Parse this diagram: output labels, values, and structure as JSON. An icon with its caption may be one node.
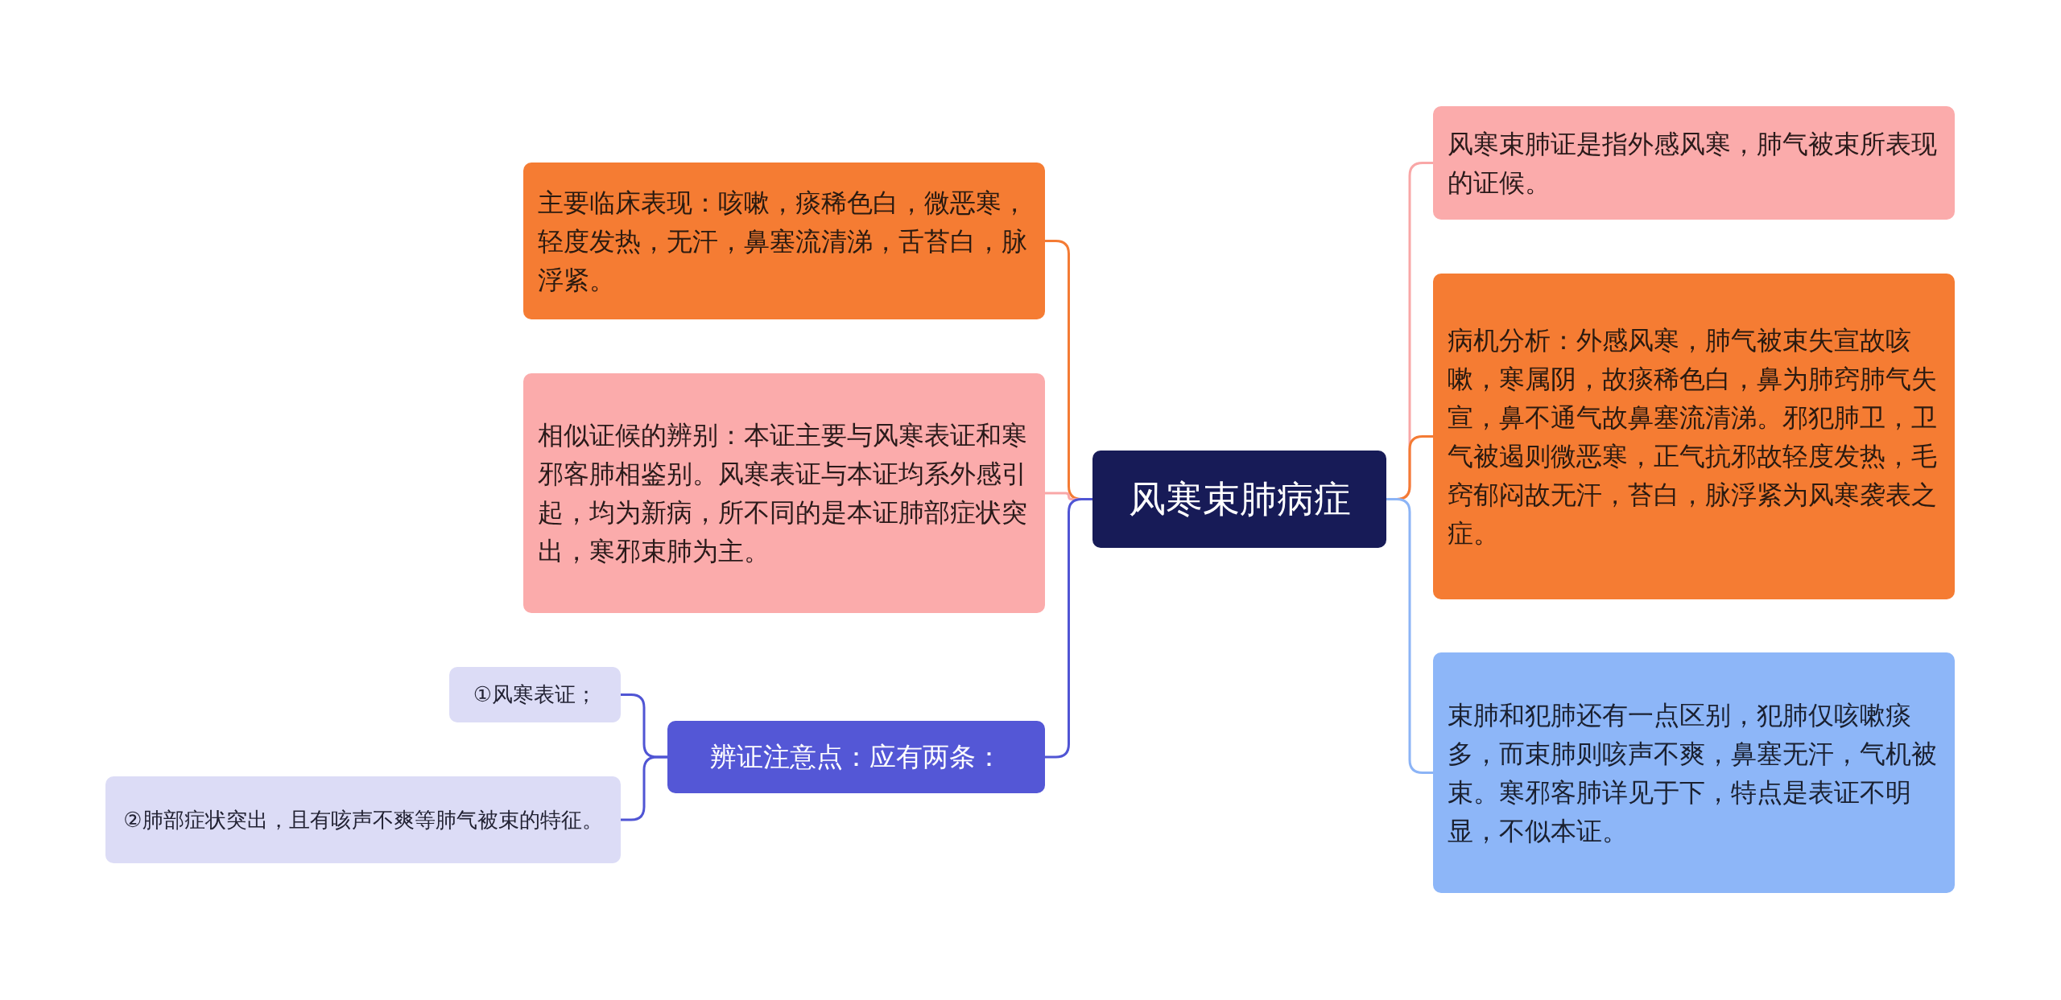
{
  "diagram": {
    "nodes": [
      {
        "text": [
          "风寒束肺病症"
        ]
      },
      {
        "text": [
          "主要临床表现：咳嗽，痰稀色白，微恶寒，轻度发热，无汗，鼻塞流清涕，舌苔白，脉浮紧。"
        ]
      },
      {
        "text": [
          "相似证候的辨别：本证主要与风寒表证和寒邪客肺相鉴别。风寒表证与本证均系外感引起，均为新病，所不同的是本证肺部症状突出，寒邪束肺为主。"
        ]
      },
      {
        "text": [
          "辨证注意点：应有两条："
        ]
      },
      {
        "text": [
          "①风寒表证；"
        ]
      },
      {
        "text": [
          "②肺部症状突出，且有咳声不爽等肺气被束的特征。"
        ]
      },
      {
        "text": [
          "风寒束肺证是指外感风寒，肺气被束所表现的证候。"
        ]
      },
      {
        "text": [
          "病机分析：外感风寒，肺气被束失宣故咳嗽，寒属阴，故痰稀色白，鼻为肺窍肺气失宣，鼻不通气故鼻塞流清涕。邪犯肺卫，卫气被遏则微恶寒，正气抗邪故轻度发热，毛窍郁闷故无汗，苔白，脉浮紧为风寒袭表之症。"
        ]
      },
      {
        "text": [
          "束肺和犯肺还有一点区别，犯肺仅咳嗽痰多，而束肺则咳声不爽，鼻塞无汗，气机被束。寒邪客肺详见于下，特点是表证不明显，不似本证。"
        ]
      }
    ],
    "edges": [
      {
        "from": 0,
        "to": 1,
        "arrow": "none",
        "color": "#f47b34"
      },
      {
        "from": 0,
        "to": 2,
        "arrow": "none",
        "color": "#f9a7a7"
      },
      {
        "from": 0,
        "to": 3,
        "arrow": "none",
        "color": "#5055d4"
      },
      {
        "from": 3,
        "to": 4,
        "arrow": "none",
        "color": "#5055d4"
      },
      {
        "from": 3,
        "to": 5,
        "arrow": "none",
        "color": "#5055d4"
      },
      {
        "from": 0,
        "to": 6,
        "arrow": "none",
        "color": "#f9a7a7"
      },
      {
        "from": 0,
        "to": 7,
        "arrow": "none",
        "color": "#f47b34"
      },
      {
        "from": 0,
        "to": 8,
        "arrow": "none",
        "color": "#8cb4f6"
      }
    ]
  }
}
